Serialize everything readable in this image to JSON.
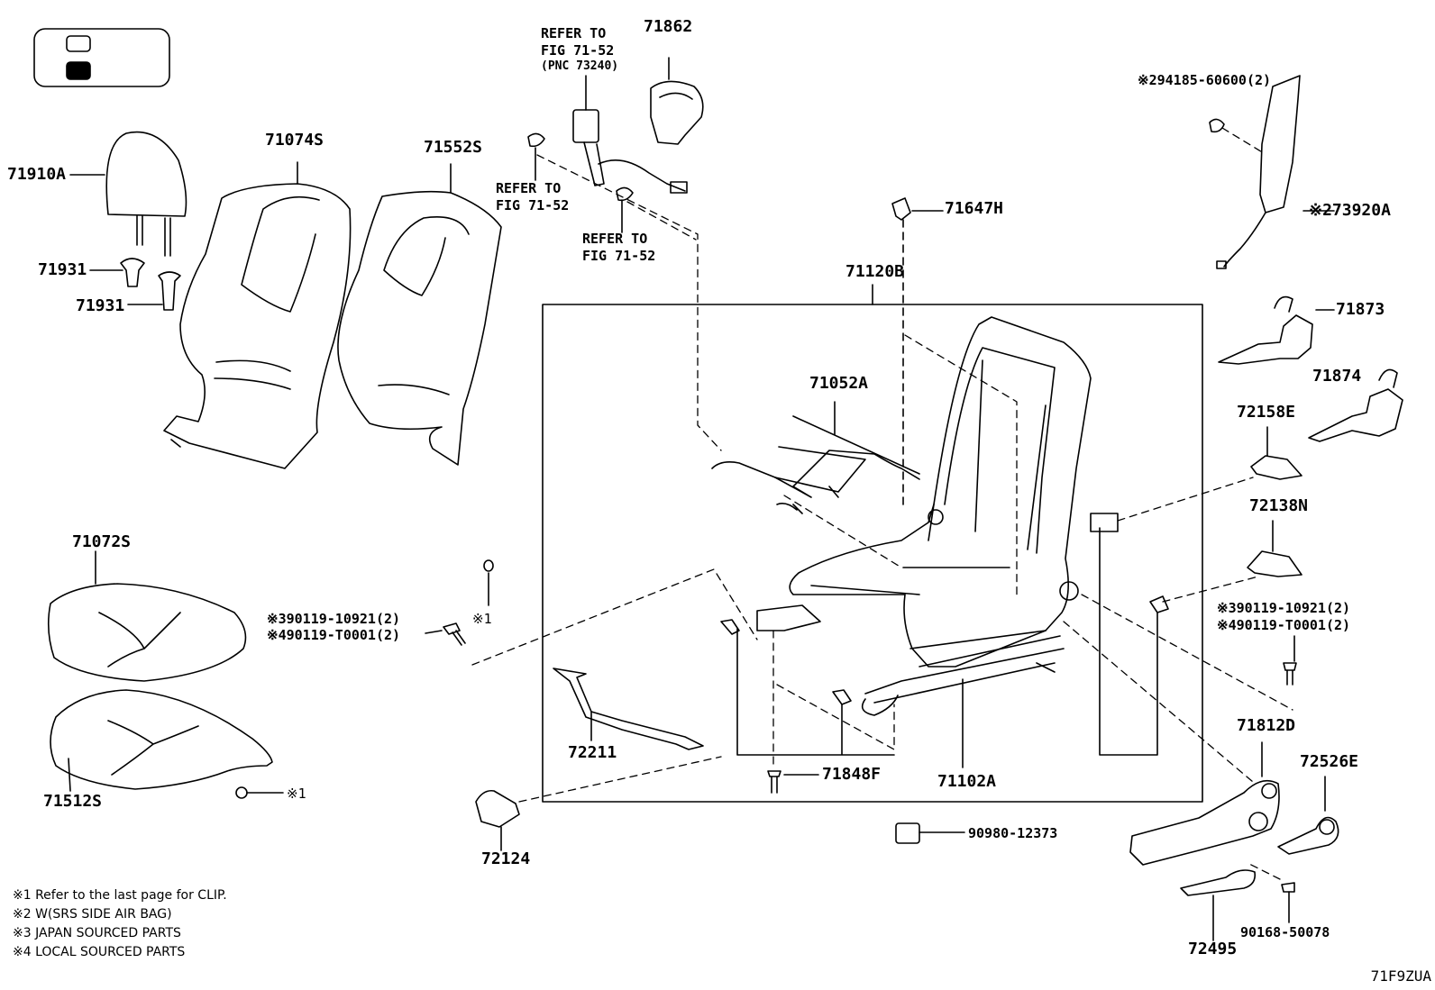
{
  "labels": {
    "p71910A": "71910A",
    "p71074S": "71074S",
    "p71552S": "71552S",
    "p71931a": "71931",
    "p71931b": "71931",
    "p71072S": "71072S",
    "p71512S": "71512S",
    "p71862": "71862",
    "ref_top_1": "REFER TO",
    "ref_top_2": "FIG 71-52",
    "ref_top_3": "(PNC 73240)",
    "ref_left_1": "REFER TO",
    "ref_left_2": "FIG 71-52",
    "ref_mid_1": "REFER TO",
    "ref_mid_2": "FIG 71-52",
    "p71647H": "71647H",
    "p71120B": "71120B",
    "p71052A": "71052A",
    "bolt_l1": "※390119-10921(2)",
    "bolt_l2": "※490119-T0001(2)",
    "clip_mark1": "※1",
    "clip_mark2": "※1",
    "p72211": "72211",
    "p72124": "72124",
    "p71848F": "71848F",
    "p71102A": "71102A",
    "p90980": "90980-12373",
    "p94185": "※294185-60600(2)",
    "p73920A": "※273920A",
    "p71873": "71873",
    "p71874": "71874",
    "p72158E": "72158E",
    "p72138N": "72138N",
    "bolt_r1": "※390119-10921(2)",
    "bolt_r2": "※490119-T0001(2)",
    "p71812D": "71812D",
    "p72526E": "72526E",
    "p72495": "72495",
    "p90168": "90168-50078"
  },
  "notes": [
    "※1  Refer to the last page for CLIP.",
    "※2  W(SRS SIDE AIR BAG)",
    "※3  JAPAN SOURCED PARTS",
    "※4  LOCAL SOURCED PARTS"
  ],
  "figure_code": "71F9ZUA"
}
